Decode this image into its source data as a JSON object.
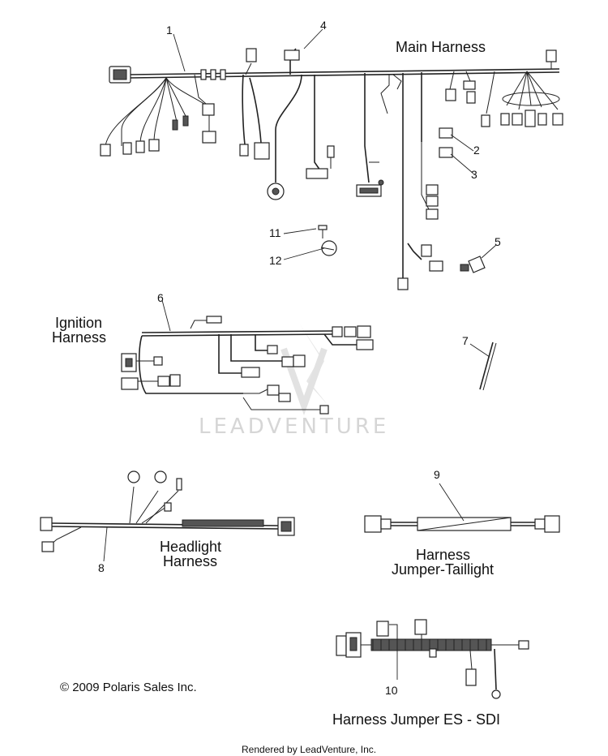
{
  "callouts": {
    "c1": "1",
    "c2": "2",
    "c3": "3",
    "c4": "4",
    "c5": "5",
    "c6": "6",
    "c7": "7",
    "c8": "8",
    "c9": "9",
    "c10": "10",
    "c11": "11",
    "c12": "12"
  },
  "titles": {
    "main_harness": "Main Harness",
    "ignition_line1": "Ignition",
    "ignition_line2": "Harness",
    "headlight_line1": "Headlight",
    "headlight_line2": "Harness",
    "taillight_line1": "Harness",
    "taillight_line2": "Jumper-Taillight",
    "es_sdi": "Harness Jumper ES - SDI"
  },
  "watermark": "LEADVENTURE",
  "copyright": "© 2009 Polaris Sales Inc.",
  "footer": "Rendered by LeadVenture, Inc."
}
